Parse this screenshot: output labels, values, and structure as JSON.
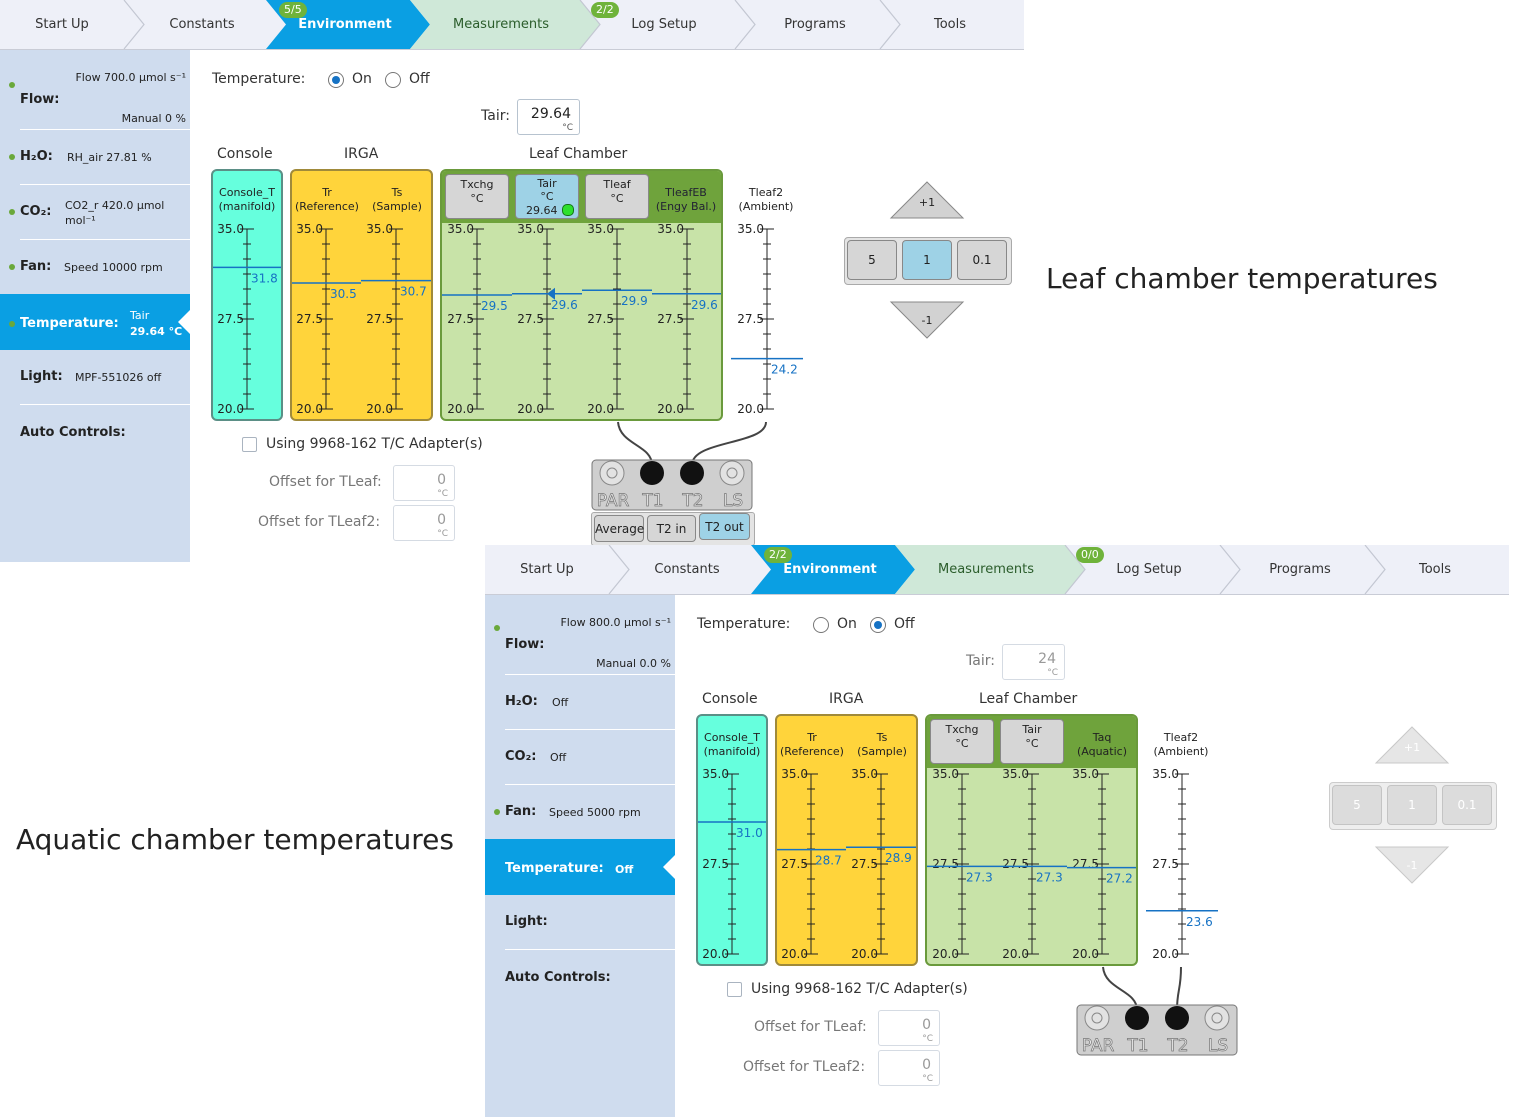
{
  "captions": {
    "leaf": "Leaf chamber temperatures",
    "aquatic": "Aquatic chamber temperatures"
  },
  "colors": {
    "active_tab": "#0a9fe3",
    "measurements_tab": "#cfe8d8",
    "badge": "#6fb33b",
    "console": "#66ffdd",
    "irga": "#ffd43b",
    "leaf_chamber": "#c8e3a8",
    "value_line": "#1672c4"
  },
  "panels": [
    {
      "nav": {
        "tabs": [
          {
            "label": "Start Up",
            "badge": ""
          },
          {
            "label": "Constants",
            "badge": ""
          },
          {
            "label": "Environment",
            "badge": "5/5"
          },
          {
            "label": "Measurements",
            "badge": ""
          },
          {
            "label": "Log Setup",
            "badge": "2/2"
          },
          {
            "label": "Programs",
            "badge": ""
          },
          {
            "label": "Tools",
            "badge": ""
          }
        ]
      },
      "sidebar": {
        "flow": {
          "label": "Flow:",
          "value": "Flow 700.0 µmol s⁻¹",
          "sub": "Manual 0 %"
        },
        "h2o": {
          "label": "H₂O:",
          "value": "RH_air 27.81 %"
        },
        "co2": {
          "label": "CO₂:",
          "value": "CO2_r 420.0 µmol mol⁻¹"
        },
        "fan": {
          "label": "Fan:",
          "value": "Speed 10000 rpm"
        },
        "temperature": {
          "label": "Temperature:",
          "value": "Tair",
          "sub": "29.64 °C"
        },
        "light": {
          "label": "Light:",
          "value": "MPF-551026 off"
        },
        "auto": {
          "label": "Auto Controls:"
        }
      },
      "temp": {
        "label": "Temperature:",
        "on": "On",
        "off": "Off",
        "selected": "On",
        "tair_label": "Tair:",
        "tair_value": "29.64",
        "unit": "°C"
      },
      "sections": {
        "console": "Console",
        "irga": "IRGA",
        "leaf": "Leaf Chamber"
      },
      "headers": {
        "console": "Console_T\n(manifold)",
        "tr": "Tr\n(Reference)",
        "ts": "Ts\n(Sample)",
        "txchg": "Txchg\n°C",
        "tair": "Tair\n°C",
        "tair_value": "29.64",
        "tleaf": "Tleaf\n°C",
        "tleafeb": "TleafEB\n(Engy Bal.)",
        "tleaf2": "Tleaf2\n(Ambient)"
      },
      "scale": {
        "max": 35.0,
        "mid": 27.5,
        "min": 20.0,
        "ticks": [
          "35.0",
          "27.5",
          "20.0"
        ]
      },
      "readings": {
        "console": 31.8,
        "tr": 30.5,
        "ts": 30.7,
        "txchg": 29.5,
        "tair": 29.6,
        "tleaf": 29.9,
        "tleafeb": 29.6,
        "tleaf2": 24.2
      },
      "reading_labels": {
        "console": "31.8",
        "tr": "30.5",
        "ts": "30.7",
        "txchg": "29.5",
        "tair": "29.6",
        "tleaf": "29.9",
        "tleafeb": "29.6",
        "tleaf2": "24.2"
      },
      "stepper": {
        "up": "+1",
        "down": "-1",
        "options": [
          "5",
          "1",
          "0.1"
        ],
        "selected": "1"
      },
      "adapter": {
        "label": "Using 9968-162 T/C Adapter(s)",
        "offset_tleaf": "Offset for TLeaf:",
        "offset_tleaf2": "Offset for TLeaf2:",
        "offset_tleaf_value": "0",
        "offset_tleaf2_value": "0"
      },
      "connector": {
        "ports": [
          "PAR",
          "T1",
          "T2",
          "LS"
        ],
        "modes": [
          "Average",
          "T2 in",
          "T2 out"
        ],
        "selected_mode": "T2 out"
      }
    },
    {
      "nav": {
        "tabs": [
          {
            "label": "Start Up",
            "badge": ""
          },
          {
            "label": "Constants",
            "badge": ""
          },
          {
            "label": "Environment",
            "badge": "2/2"
          },
          {
            "label": "Measurements",
            "badge": ""
          },
          {
            "label": "Log Setup",
            "badge": "0/0"
          },
          {
            "label": "Programs",
            "badge": ""
          },
          {
            "label": "Tools",
            "badge": ""
          }
        ]
      },
      "sidebar": {
        "flow": {
          "label": "Flow:",
          "value": "Flow 800.0 µmol s⁻¹",
          "sub": "Manual 0.0 %"
        },
        "h2o": {
          "label": "H₂O:",
          "value": "Off"
        },
        "co2": {
          "label": "CO₂:",
          "value": "Off"
        },
        "fan": {
          "label": "Fan:",
          "value": "Speed 5000 rpm"
        },
        "temperature": {
          "label": "Temperature:",
          "value": "Off"
        },
        "light": {
          "label": "Light:"
        },
        "auto": {
          "label": "Auto Controls:"
        }
      },
      "temp": {
        "label": "Temperature:",
        "on": "On",
        "off": "Off",
        "selected": "Off",
        "tair_label": "Tair:",
        "tair_value": "24",
        "unit": "°C"
      },
      "sections": {
        "console": "Console",
        "irga": "IRGA",
        "leaf": "Leaf Chamber"
      },
      "headers": {
        "console": "Console_T\n(manifold)",
        "tr": "Tr\n(Reference)",
        "ts": "Ts\n(Sample)",
        "txchg": "Txchg\n°C",
        "tair": "Tair\n°C",
        "taq": "Taq\n(Aquatic)",
        "tleaf2": "Tleaf2\n(Ambient)"
      },
      "scale": {
        "max": 35.0,
        "mid": 27.5,
        "min": 20.0,
        "ticks": [
          "35.0",
          "27.5",
          "20.0"
        ]
      },
      "readings": {
        "console": 31.0,
        "tr": 28.7,
        "ts": 28.9,
        "txchg": 27.3,
        "tair": 27.3,
        "taq": 27.2,
        "tleaf2": 23.6
      },
      "reading_labels": {
        "console": "31.0",
        "tr": "28.7",
        "ts": "28.9",
        "txchg": "27.3",
        "tair": "27.3",
        "taq": "27.2",
        "tleaf2": "23.6"
      },
      "stepper": {
        "up": "+1",
        "down": "-1",
        "options": [
          "5",
          "1",
          "0.1"
        ],
        "selected": "1"
      },
      "adapter": {
        "label": "Using 9968-162 T/C Adapter(s)",
        "offset_tleaf": "Offset for TLeaf:",
        "offset_tleaf2": "Offset for TLeaf2:",
        "offset_tleaf_value": "0",
        "offset_tleaf2_value": "0"
      },
      "connector": {
        "ports": [
          "PAR",
          "T1",
          "T2",
          "LS"
        ]
      }
    }
  ]
}
